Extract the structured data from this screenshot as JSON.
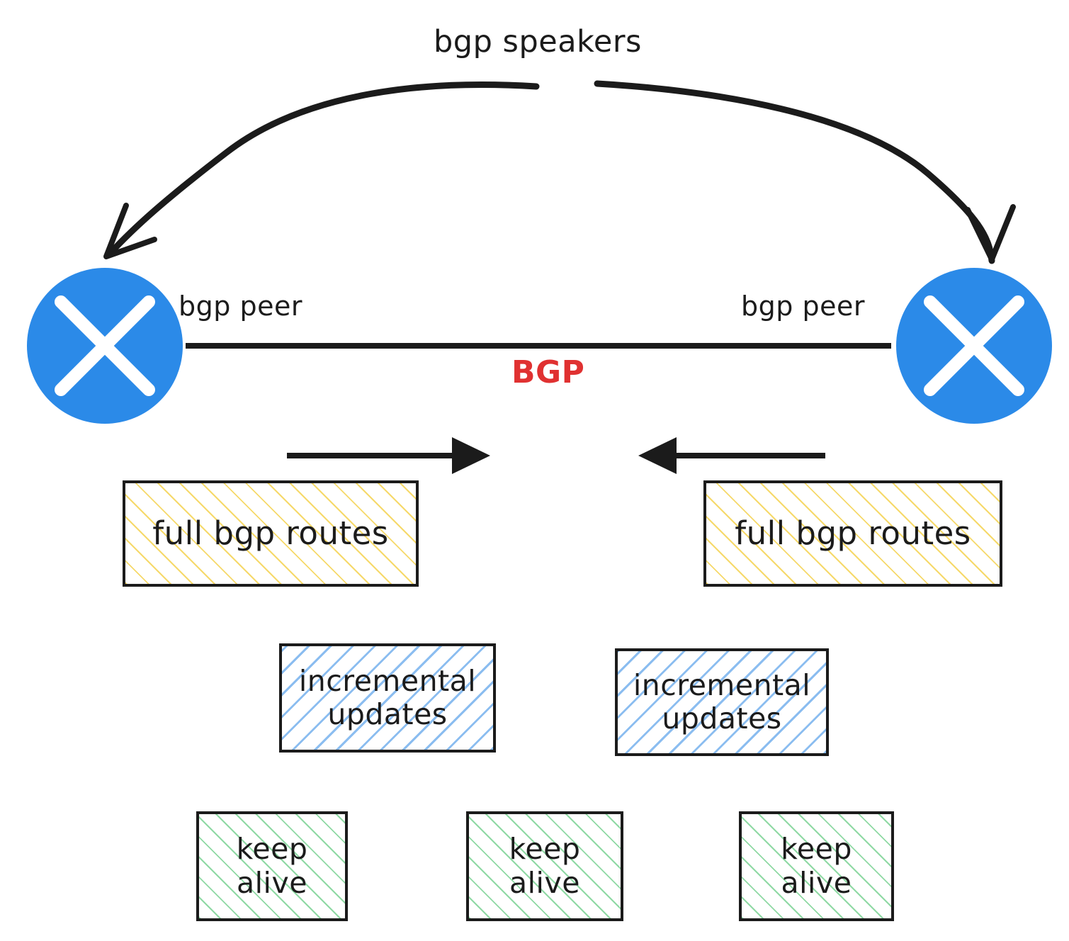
{
  "diagram": {
    "title": "bgp speakers",
    "protocol_label": "BGP",
    "protocol_color": "#e03131",
    "node_color": "#2b8ae8",
    "stroke_color": "#1b1b1b",
    "background": "#ffffff",
    "nodes": [
      {
        "id": "left-peer",
        "icon": "router-x-icon",
        "label": "bgp peer"
      },
      {
        "id": "right-peer",
        "icon": "router-x-icon",
        "label": "bgp peer"
      }
    ],
    "peer_labels": {
      "left": "bgp peer",
      "right": "bgp peer"
    },
    "messages": {
      "full_routes": {
        "label": "full bgp routes",
        "hatch_color": "#f6d96a",
        "left": "full bgp routes",
        "right": "full bgp routes"
      },
      "incremental_updates": {
        "label_line1": "incremental",
        "label_line2": "updates",
        "hatch_color": "#8bbdf0",
        "left": "incremental\nupdates",
        "right": "incremental\nupdates"
      },
      "keep_alive": {
        "label_line1": "keep",
        "label_line2": "alive",
        "hatch_color": "#8fd9a4",
        "left": "keep\nalive",
        "middle": "keep\nalive",
        "right": "keep\nalive"
      }
    },
    "arrows": {
      "to_right": "left-to-right",
      "to_left": "right-to-left",
      "callout_left": "title-to-left-peer",
      "callout_right": "title-to-right-peer"
    }
  }
}
